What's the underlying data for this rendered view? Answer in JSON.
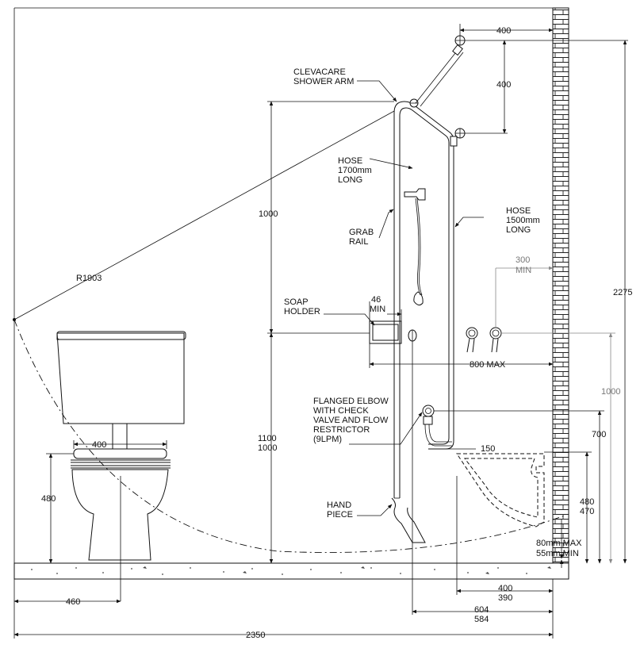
{
  "labels": {
    "shower_arm_1": "CLEVACARE",
    "shower_arm_2": "SHOWER ARM",
    "hose1_1": "HOSE",
    "hose1_2": "1700mm",
    "hose1_3": "LONG",
    "hose2_1": "HOSE",
    "hose2_2": "1500mm",
    "hose2_3": "LONG",
    "grab_1": "GRAB",
    "grab_2": "RAIL",
    "radius": "R1903",
    "soap_1": "SOAP",
    "soap_2": "HOLDER",
    "elbow_1": "FLANGED ELBOW",
    "elbow_2": "WITH CHECK",
    "elbow_3": "VALVE AND FLOW",
    "elbow_4": "RESTRICTOR",
    "elbow_5": "(9LPM)",
    "hand_1": "HAND",
    "hand_2": "PIECE"
  },
  "dims": {
    "d400_top": "400",
    "d400_vert": "400",
    "d2275": "2275",
    "d1000_rail": "1000",
    "d46": "46",
    "d46_min": "MIN",
    "d300": "300",
    "d300_min": "MIN",
    "d800": "800 MAX",
    "d1000_grey": "1000",
    "d700": "700",
    "d150": "150",
    "d1100": "1100",
    "d1000_low": "1000",
    "d400_cistern": "400",
    "d480_wc": "480",
    "d480_basin": "480",
    "d470_basin": "470",
    "d80": "80mm MAX",
    "d55": "55mm MIN",
    "d400_bot": "400",
    "d390_bot": "390",
    "d604": "604",
    "d584": "584",
    "d460": "460",
    "d2350": "2350"
  }
}
